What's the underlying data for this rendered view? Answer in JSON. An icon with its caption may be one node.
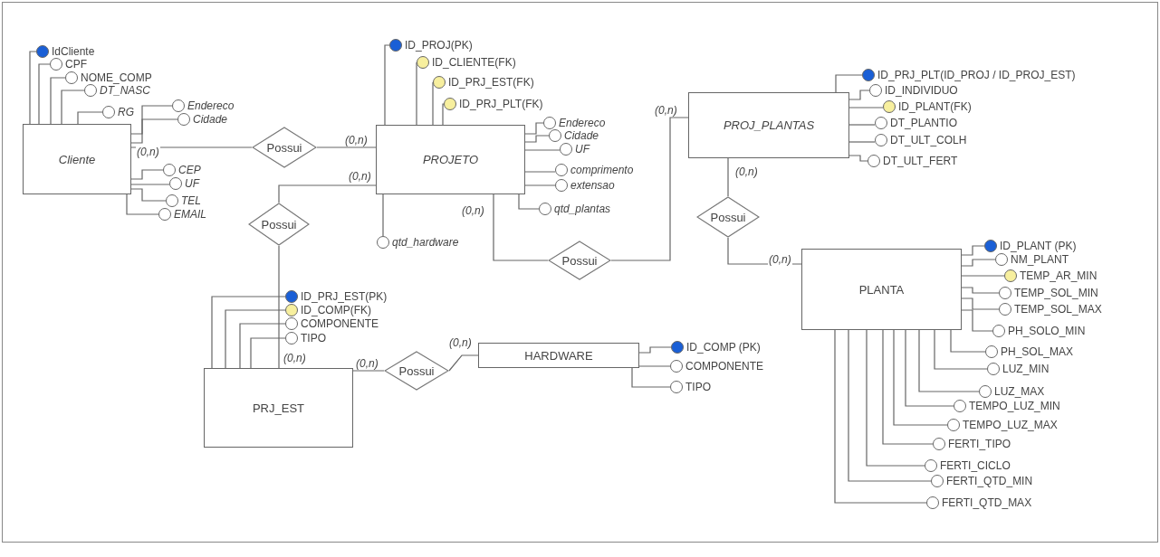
{
  "diagram": {
    "nodes": [
      {
        "text": [
          "Cliente"
        ]
      },
      {
        "text": [
          "Possui"
        ]
      },
      {
        "text": [
          "PROJETO"
        ]
      },
      {
        "text": [
          "PROJ_PLANTAS"
        ]
      },
      {
        "text": [
          "Possui"
        ]
      },
      {
        "text": [
          "Possui"
        ]
      },
      {
        "text": [
          "Possui"
        ]
      },
      {
        "text": [
          "PLANTA"
        ]
      },
      {
        "text": [
          "PRJ_EST"
        ]
      },
      {
        "text": [
          "Possui"
        ]
      },
      {
        "text": [
          "HARDWARE"
        ]
      },
      {
        "text": [],
        "shape": "circle",
        "beside": [
          "IdCliente"
        ]
      },
      {
        "text": [],
        "shape": "circle",
        "beside": [
          "CPF"
        ]
      },
      {
        "text": [],
        "shape": "circle",
        "beside": [
          "NOME_COMP"
        ]
      },
      {
        "text": [],
        "shape": "circle",
        "beside": [
          "DT_NASC"
        ]
      },
      {
        "text": [],
        "shape": "circle",
        "beside": [
          "RG"
        ]
      },
      {
        "text": [],
        "shape": "circle",
        "beside": [
          "Endereco"
        ]
      },
      {
        "text": [],
        "shape": "circle",
        "beside": [
          "Cidade"
        ]
      },
      {
        "text": [],
        "shape": "circle",
        "beside": [
          "CEP"
        ]
      },
      {
        "text": [],
        "shape": "circle",
        "beside": [
          "UF"
        ]
      },
      {
        "text": [],
        "shape": "circle",
        "beside": [
          "TEL"
        ]
      },
      {
        "text": [],
        "shape": "circle",
        "beside": [
          "EMAIL"
        ]
      },
      {
        "text": [],
        "shape": "circle",
        "beside": [
          "ID_PROJ(PK)"
        ]
      },
      {
        "text": [],
        "shape": "circle",
        "beside": [
          "ID_CLIENTE(FK)"
        ]
      },
      {
        "text": [],
        "shape": "circle",
        "beside": [
          "ID_PRJ_EST(FK)"
        ]
      },
      {
        "text": [],
        "shape": "circle",
        "beside": [
          "ID_PRJ_PLT(FK)"
        ]
      },
      {
        "text": [],
        "shape": "circle",
        "beside": [
          "Endereco"
        ]
      },
      {
        "text": [],
        "shape": "circle",
        "beside": [
          "Cidade"
        ]
      },
      {
        "text": [],
        "shape": "circle",
        "beside": [
          "UF"
        ]
      },
      {
        "text": [],
        "shape": "circle",
        "beside": [
          "comprimento"
        ]
      },
      {
        "text": [],
        "shape": "circle",
        "beside": [
          "extensao"
        ]
      },
      {
        "text": [],
        "shape": "circle",
        "beside": [
          "qtd_plantas"
        ]
      },
      {
        "text": [],
        "shape": "circle",
        "beside": [
          "qtd_hardware"
        ]
      },
      {
        "text": [],
        "shape": "circle",
        "beside": [
          "ID_PRJ_PLT(ID_PROJ / ID_PROJ_EST)"
        ]
      },
      {
        "text": [],
        "shape": "circle",
        "beside": [
          "ID_INDIVIDUO"
        ]
      },
      {
        "text": [],
        "shape": "circle",
        "beside": [
          "ID_PLANT(FK)"
        ]
      },
      {
        "text": [],
        "shape": "circle",
        "beside": [
          "DT_PLANTIO"
        ]
      },
      {
        "text": [],
        "shape": "circle",
        "beside": [
          "DT_ULT_COLH"
        ]
      },
      {
        "text": [],
        "shape": "circle",
        "beside": [
          "DT_ULT_FERT"
        ]
      },
      {
        "text": [],
        "shape": "circle",
        "beside": [
          "ID_PLANT (PK)"
        ]
      },
      {
        "text": [],
        "shape": "circle",
        "beside": [
          "NM_PLANT"
        ]
      },
      {
        "text": [],
        "shape": "circle",
        "beside": [
          "TEMP_AR_MIN"
        ]
      },
      {
        "text": [],
        "shape": "circle",
        "beside": [
          "TEMP_SOL_MIN"
        ]
      },
      {
        "text": [],
        "shape": "circle",
        "beside": [
          "TEMP_SOL_MAX"
        ]
      },
      {
        "text": [],
        "shape": "circle",
        "beside": [
          "PH_SOLO_MIN"
        ]
      },
      {
        "text": [],
        "shape": "circle",
        "beside": [
          "PH_SOL_MAX"
        ]
      },
      {
        "text": [],
        "shape": "circle",
        "beside": [
          "LUZ_MIN"
        ]
      },
      {
        "text": [],
        "shape": "circle",
        "beside": [
          "LUZ_MAX"
        ]
      },
      {
        "text": [],
        "shape": "circle",
        "beside": [
          "TEMPO_LUZ_MIN"
        ]
      },
      {
        "text": [],
        "shape": "circle",
        "beside": [
          "TEMPO_LUZ_MAX"
        ]
      },
      {
        "text": [],
        "shape": "circle",
        "beside": [
          "FERTI_TIPO"
        ]
      },
      {
        "text": [],
        "shape": "circle",
        "beside": [
          "FERTI_CICLO"
        ]
      },
      {
        "text": [],
        "shape": "circle",
        "beside": [
          "FERTI_QTD_MIN"
        ]
      },
      {
        "text": [],
        "shape": "circle",
        "beside": [
          "FERTI_QTD_MAX"
        ]
      },
      {
        "text": [],
        "shape": "circle",
        "beside": [
          "ID_PRJ_EST(PK)"
        ]
      },
      {
        "text": [],
        "shape": "circle",
        "beside": [
          "ID_COMP(FK)"
        ]
      },
      {
        "text": [],
        "shape": "circle",
        "beside": [
          "COMPONENTE"
        ]
      },
      {
        "text": [],
        "shape": "circle",
        "beside": [
          "TIPO"
        ]
      },
      {
        "text": [],
        "shape": "circle",
        "beside": [
          "ID_COMP (PK)"
        ]
      },
      {
        "text": [],
        "shape": "circle",
        "beside": [
          "COMPONENTE"
        ]
      },
      {
        "text": [],
        "shape": "circle",
        "beside": [
          "TIPO"
        ]
      }
    ],
    "edges": [
      {
        "from": 0,
        "to": 1,
        "arrow": "none",
        "label": "(0,n)"
      },
      {
        "from": 1,
        "to": 2,
        "arrow": "none",
        "label": "(0,n)"
      },
      {
        "from": 2,
        "to": 4,
        "arrow": "none",
        "label": "(0,n)"
      },
      {
        "from": 4,
        "to": 8,
        "arrow": "none",
        "label": "(0,n)"
      },
      {
        "from": 2,
        "to": 5,
        "arrow": "none",
        "label": "(0,n)"
      },
      {
        "from": 5,
        "to": 3,
        "arrow": "none",
        "label": "(0,n)"
      },
      {
        "from": 3,
        "to": 6,
        "arrow": "none",
        "label": "(0,n)"
      },
      {
        "from": 6,
        "to": 7,
        "arrow": "none",
        "label": "(0,n)"
      },
      {
        "from": 8,
        "to": 9,
        "arrow": "none",
        "label": "(0,n)"
      },
      {
        "from": 9,
        "to": 10,
        "arrow": "none",
        "label": "(0,n)"
      },
      {
        "from": 0,
        "to": 11,
        "arrow": "none"
      },
      {
        "from": 0,
        "to": 12,
        "arrow": "none"
      },
      {
        "from": 0,
        "to": 13,
        "arrow": "none"
      },
      {
        "from": 0,
        "to": 14,
        "arrow": "none"
      },
      {
        "from": 0,
        "to": 15,
        "arrow": "none"
      },
      {
        "from": 0,
        "to": 16,
        "arrow": "none"
      },
      {
        "from": 0,
        "to": 17,
        "arrow": "none"
      },
      {
        "from": 0,
        "to": 18,
        "arrow": "none"
      },
      {
        "from": 0,
        "to": 19,
        "arrow": "none"
      },
      {
        "from": 0,
        "to": 20,
        "arrow": "none"
      },
      {
        "from": 0,
        "to": 21,
        "arrow": "none"
      },
      {
        "from": 2,
        "to": 22,
        "arrow": "none"
      },
      {
        "from": 2,
        "to": 23,
        "arrow": "none"
      },
      {
        "from": 2,
        "to": 24,
        "arrow": "none"
      },
      {
        "from": 2,
        "to": 25,
        "arrow": "none"
      },
      {
        "from": 2,
        "to": 26,
        "arrow": "none"
      },
      {
        "from": 2,
        "to": 27,
        "arrow": "none"
      },
      {
        "from": 2,
        "to": 28,
        "arrow": "none"
      },
      {
        "from": 2,
        "to": 29,
        "arrow": "none"
      },
      {
        "from": 2,
        "to": 30,
        "arrow": "none"
      },
      {
        "from": 2,
        "to": 31,
        "arrow": "none"
      },
      {
        "from": 2,
        "to": 32,
        "arrow": "none"
      },
      {
        "from": 3,
        "to": 33,
        "arrow": "none"
      },
      {
        "from": 3,
        "to": 34,
        "arrow": "none"
      },
      {
        "from": 3,
        "to": 35,
        "arrow": "none"
      },
      {
        "from": 3,
        "to": 36,
        "arrow": "none"
      },
      {
        "from": 3,
        "to": 37,
        "arrow": "none"
      },
      {
        "from": 3,
        "to": 38,
        "arrow": "none"
      },
      {
        "from": 7,
        "to": 39,
        "arrow": "none"
      },
      {
        "from": 7,
        "to": 40,
        "arrow": "none"
      },
      {
        "from": 7,
        "to": 41,
        "arrow": "none"
      },
      {
        "from": 7,
        "to": 42,
        "arrow": "none"
      },
      {
        "from": 7,
        "to": 43,
        "arrow": "none"
      },
      {
        "from": 7,
        "to": 44,
        "arrow": "none"
      },
      {
        "from": 7,
        "to": 45,
        "arrow": "none"
      },
      {
        "from": 7,
        "to": 46,
        "arrow": "none"
      },
      {
        "from": 7,
        "to": 47,
        "arrow": "none"
      },
      {
        "from": 7,
        "to": 48,
        "arrow": "none"
      },
      {
        "from": 7,
        "to": 49,
        "arrow": "none"
      },
      {
        "from": 7,
        "to": 50,
        "arrow": "none"
      },
      {
        "from": 7,
        "to": 51,
        "arrow": "none"
      },
      {
        "from": 7,
        "to": 52,
        "arrow": "none"
      },
      {
        "from": 7,
        "to": 53,
        "arrow": "none"
      },
      {
        "from": 8,
        "to": 54,
        "arrow": "none"
      },
      {
        "from": 8,
        "to": 55,
        "arrow": "none"
      },
      {
        "from": 8,
        "to": 56,
        "arrow": "none"
      },
      {
        "from": 8,
        "to": 57,
        "arrow": "none"
      },
      {
        "from": 10,
        "to": 58,
        "arrow": "none"
      },
      {
        "from": 10,
        "to": 59,
        "arrow": "none"
      },
      {
        "from": 10,
        "to": 60,
        "arrow": "none"
      }
    ]
  }
}
